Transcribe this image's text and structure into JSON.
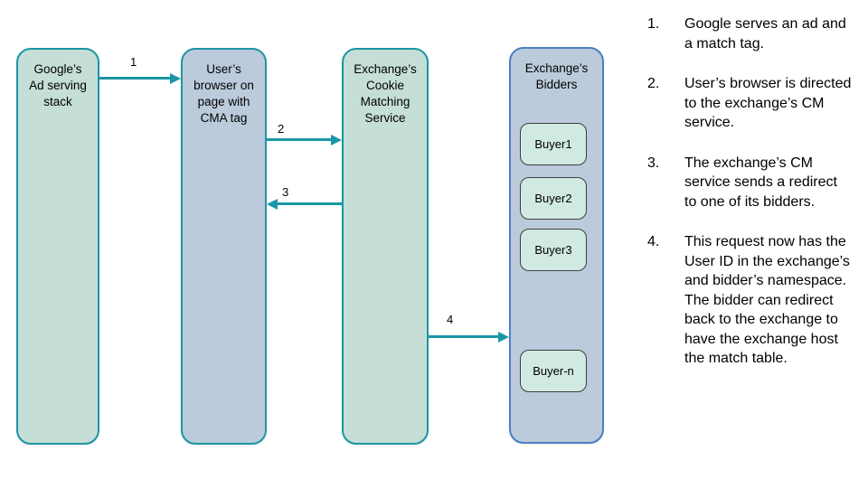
{
  "diagram": {
    "nodes": [
      {
        "id": "google-ad-stack",
        "label": "Google’s\nAd serving\nstack"
      },
      {
        "id": "user-browser",
        "label": "User’s\nbrowser on\npage with\nCMA tag"
      },
      {
        "id": "exchange-cm-service",
        "label": "Exchange’s\nCookie\nMatching\nService"
      },
      {
        "id": "exchange-bidders",
        "label": "Exchange’s\nBidders"
      }
    ],
    "buyers": [
      "Buyer1",
      "Buyer2",
      "Buyer3",
      "Buyer-n"
    ],
    "arrows": [
      {
        "label": "1",
        "from": "google-ad-stack",
        "to": "user-browser",
        "direction": "right"
      },
      {
        "label": "2",
        "from": "user-browser",
        "to": "exchange-cm-service",
        "direction": "right"
      },
      {
        "label": "3",
        "from": "exchange-cm-service",
        "to": "user-browser",
        "direction": "left"
      },
      {
        "label": "4",
        "from": "exchange-cm-service",
        "to": "exchange-bidders",
        "direction": "right"
      }
    ],
    "colors": {
      "teal_border": "#1b96a6",
      "green_fill": "#c5ded6",
      "blue_fill": "#bccbdb",
      "buyer_fill": "#d0e9e2",
      "buyer_border": "#3f3f3f",
      "bidders_border": "#4a80c4",
      "arrow": "#1b96a6",
      "text": "#000000"
    }
  },
  "steps": {
    "items": [
      {
        "number": "1.",
        "text": "Google serves an ad and a match tag."
      },
      {
        "number": "2.",
        "text": "User’s browser is directed to the exchange’s CM service."
      },
      {
        "number": "3.",
        "text": "The exchange’s CM service sends a redirect to one of its bidders."
      },
      {
        "number": "4.",
        "text": "This request now has the User ID in the exchange’s and bidder’s namespace. The bidder can redirect back to the exchange to have the exchange host the match table."
      }
    ]
  }
}
